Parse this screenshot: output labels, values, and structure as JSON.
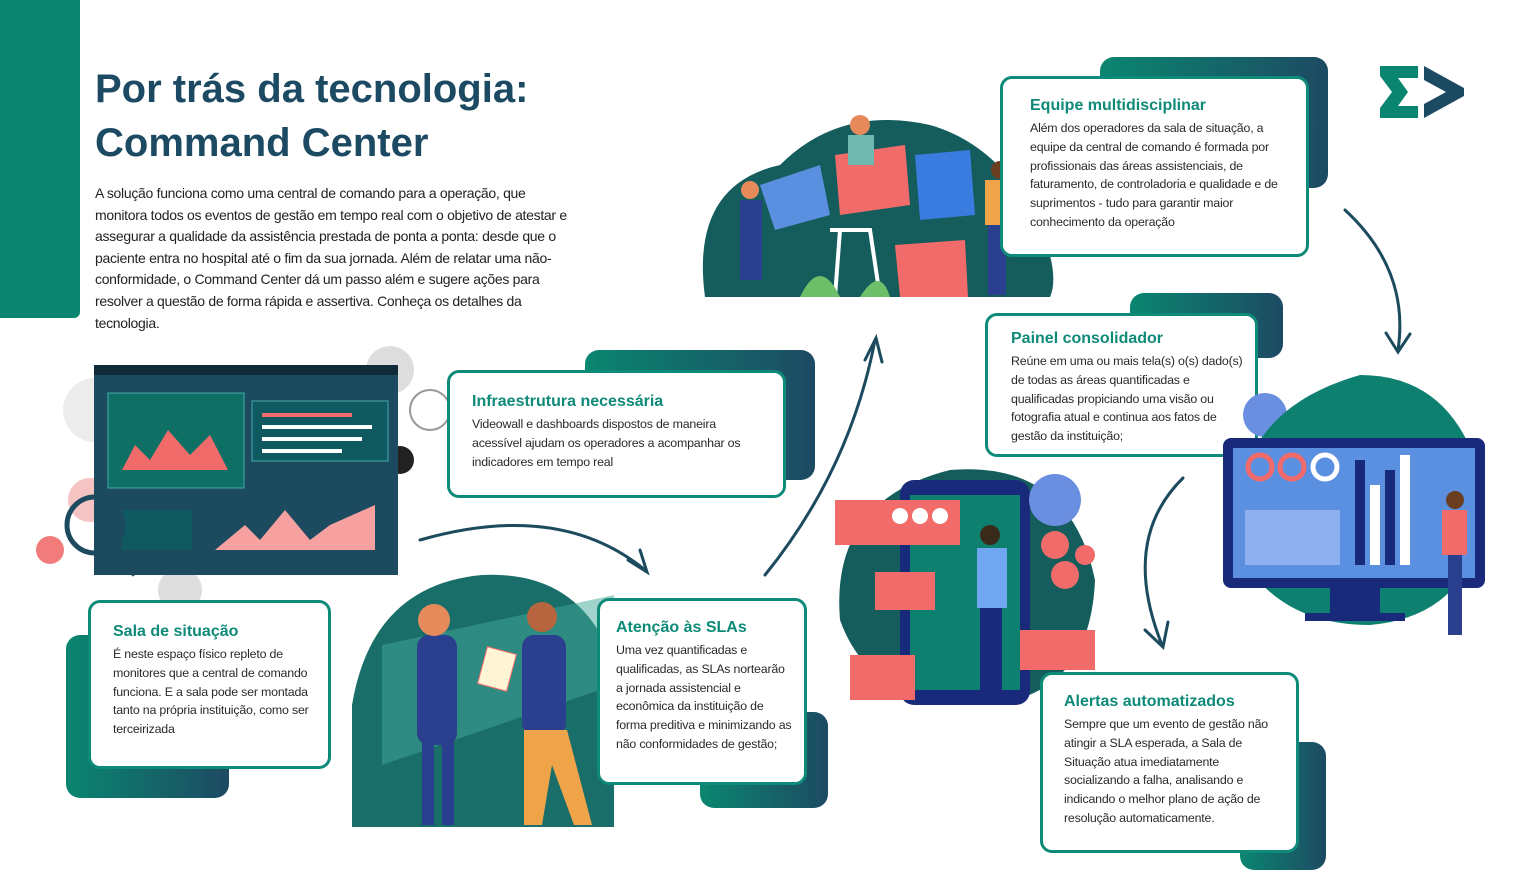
{
  "header": {
    "title_line1": "Por trás da tecnologia:",
    "title_line2": "Command Center",
    "intro": "A solução funciona como uma central de comando para a operação, que monitora todos os eventos de gestão em tempo real com o objetivo de atestar e assegurar a qualidade da assistência prestada de ponta a ponta: desde que o paciente entra no hospital até o fim da sua jornada. Além de relatar uma não-conformidade, o Command Center dá um passo além e sugere ações para resolver a questão de forma rápida e assertiva. Conheça os detalhes da tecnologia."
  },
  "logo": {
    "text": "Σ>",
    "colors": [
      "#0a8670",
      "#1d4a63"
    ]
  },
  "colors": {
    "teal": "#0a8670",
    "navy": "#1d4a63",
    "coral": "#f26b6b"
  },
  "cards": [
    {
      "title": "Sala de situação",
      "text": "É neste espaço físico repleto de monitores que a central de comando funciona. E a sala pode ser montada tanto na própria instituição, como ser terceirizada"
    },
    {
      "title": "Infraestrutura necessária",
      "text": "Videowall e dashboards dispostos de maneira acessível ajudam os operadores a acompanhar os indicadores em tempo real"
    },
    {
      "title": "Atenção às SLAs",
      "text": "Uma vez quantificadas e qualificadas, as SLAs nortearão a jornada assistencial e econômica da instituição de forma preditiva e minimizando as não conformidades de gestão;"
    },
    {
      "title": "Equipe multidisciplinar",
      "text": "Além dos operadores da sala de situação, a equipe da central de comando é formada por profissionais das áreas assistenciais, de faturamento, de controladoria e qualidade e de suprimentos - tudo para garantir maior conhecimento da operação"
    },
    {
      "title": "Painel consolidador",
      "text": "Reúne em uma ou mais tela(s) o(s) dado(s) de todas as áreas quantificadas e qualificadas propiciando uma visão ou fotografia atual e continua aos fatos de gestão da instituição;"
    },
    {
      "title": "Alertas automatizados",
      "text": " Sempre que um evento de gestão não atingir a SLA esperada, a Sala de Situação atua imediatamente socializando a falha, analisando e indicando o melhor plano de ação de resolução automaticamente."
    }
  ]
}
